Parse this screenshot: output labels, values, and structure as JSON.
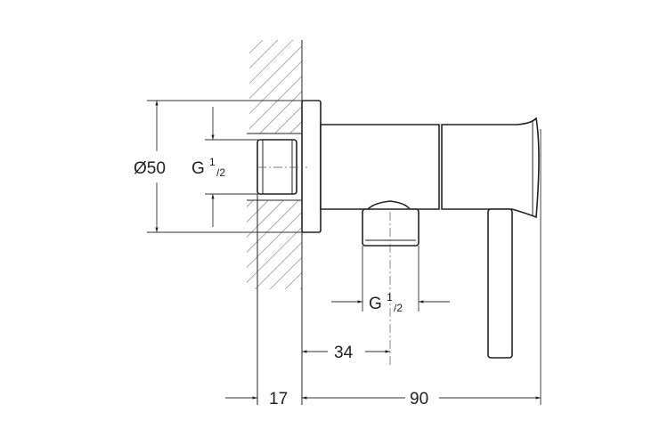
{
  "drawing": {
    "dimensions": {
      "flange_diameter": "Ø50",
      "inlet_thread": {
        "prefix": "G",
        "num": "1",
        "den": "/2"
      },
      "outlet_thread": {
        "prefix": "G",
        "num": "1",
        "den": "/2"
      },
      "outlet_offset": "34",
      "wall_depth": "17",
      "projection": "90"
    },
    "colors": {
      "line": "#222222",
      "background": "#ffffff"
    }
  }
}
